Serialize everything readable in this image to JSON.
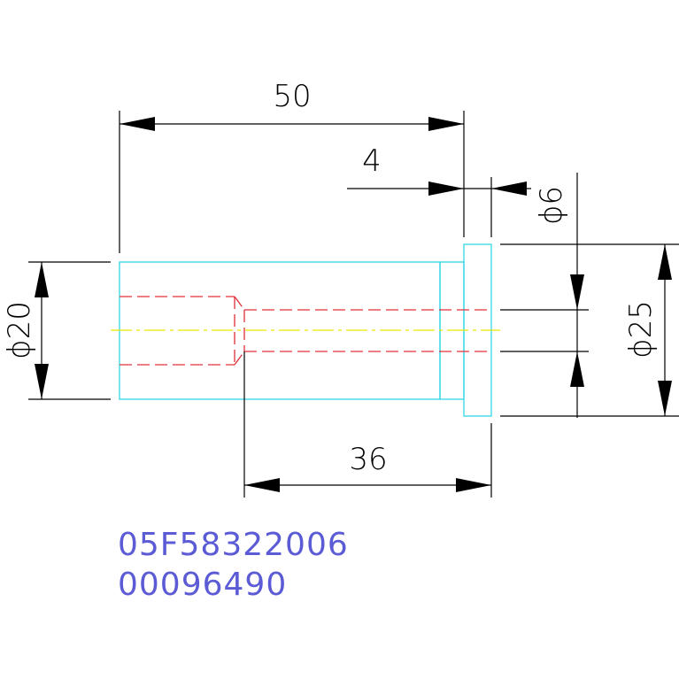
{
  "dimensions": {
    "overall_length": "50",
    "head_thickness": "4",
    "pin_diameter": "ϕ6",
    "head_diameter": "ϕ25",
    "body_diameter": "ϕ20",
    "bore_length": "36"
  },
  "part_info": {
    "part_number": "05F58322006",
    "serial_number": "00096490"
  },
  "colors": {
    "outline": "#33d6e6",
    "hidden_line": "#e0303a",
    "center_line": "#e8e800",
    "dimension": "#000000",
    "part_text": "#5b5bd6"
  }
}
